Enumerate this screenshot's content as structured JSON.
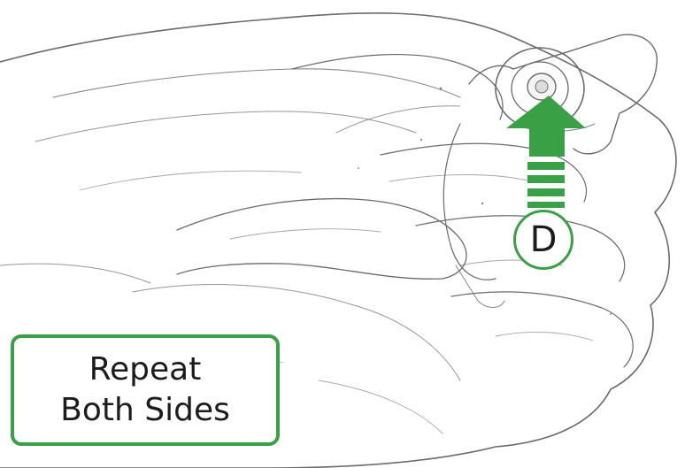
{
  "instruction": {
    "line1": "Repeat",
    "line2": "Both Sides"
  },
  "step_marker": {
    "letter": "D"
  },
  "arrow": {
    "direction": "up",
    "color": "#3aa046"
  },
  "illustration": {
    "subject": "hand-holding-pivot-pin-icon",
    "style": "pencil-sketch"
  },
  "colors": {
    "accent": "#3aa046",
    "text": "#1c1c1c",
    "background": "#ffffff"
  }
}
